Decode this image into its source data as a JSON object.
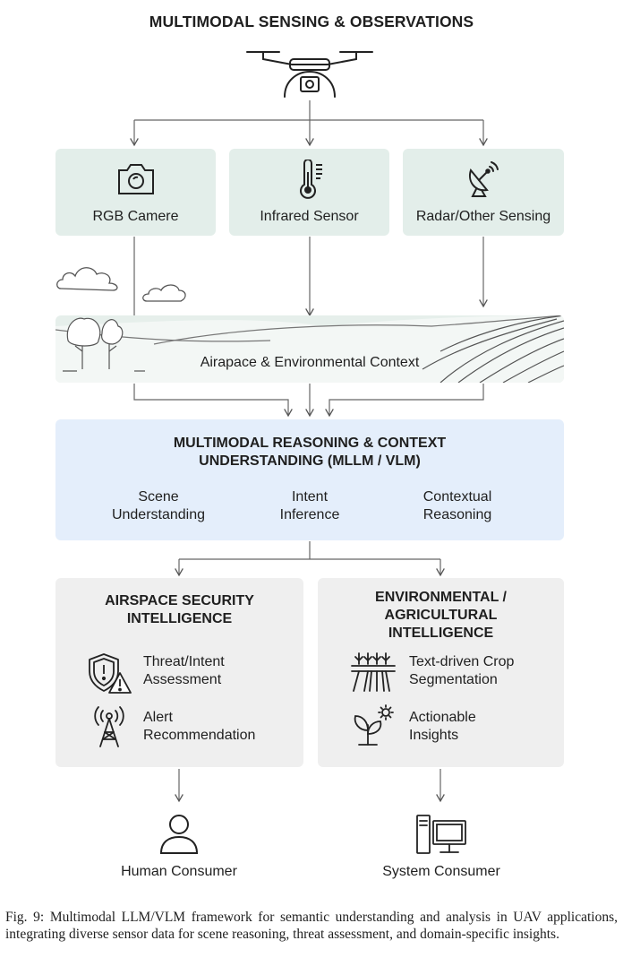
{
  "title": "MULTIMODAL SENSING & OBSERVATIONS",
  "sensors": [
    {
      "label": "RGB Camere",
      "icon": "camera-icon"
    },
    {
      "label": "Infrared Sensor",
      "icon": "thermometer-icon"
    },
    {
      "label": "Radar/Other Sensing",
      "icon": "radar-dish-icon"
    }
  ],
  "environment": {
    "label": "Airapace & Environmental Context"
  },
  "reasoning": {
    "title_line1": "MULTIMODAL REASONING & CONTEXT",
    "title_line2": "UNDERSTANDING (MLLM / VLM)",
    "items": [
      {
        "line1": "Scene",
        "line2": "Understanding"
      },
      {
        "line1": "Intent",
        "line2": "Inference"
      },
      {
        "line1": "Contextual",
        "line2": "Reasoning"
      }
    ]
  },
  "security": {
    "title_line1": "AIRSPACE SECURITY",
    "title_line2": "INTELLIGENCE",
    "items": [
      {
        "line1": "Threat/Intent",
        "line2": "Assessment",
        "icon": "shield-warning-icon"
      },
      {
        "line1": "Alert",
        "line2": "Recommendation",
        "icon": "signal-tower-icon"
      }
    ]
  },
  "agri": {
    "title_line1": "ENVIRONMENTAL /",
    "title_line2": "AGRICULTURAL",
    "title_line3": "INTELLIGENCE",
    "items": [
      {
        "line1": "Text-driven Crop",
        "line2": "Segmentation",
        "icon": "crop-rows-icon"
      },
      {
        "line1": "Actionable",
        "line2": "Insights",
        "icon": "plant-gear-icon"
      }
    ]
  },
  "consumers": [
    {
      "label": "Human Consumer",
      "icon": "person-icon"
    },
    {
      "label": "System Consumer",
      "icon": "computer-icon"
    }
  ],
  "caption": "Fig. 9: Multimodal LLM/VLM framework for semantic understanding and analysis in UAV applications, integrating diverse sensor data for scene reasoning, threat assessment, and domain-specific insights."
}
